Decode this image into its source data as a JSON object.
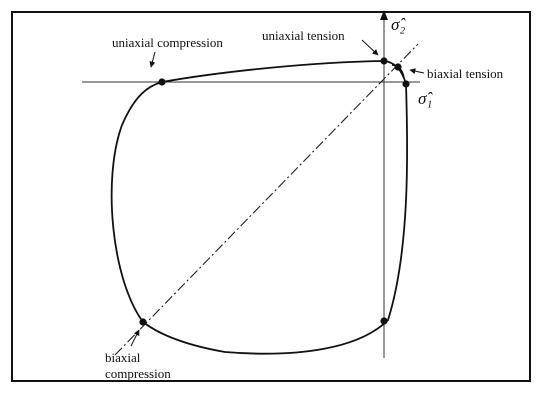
{
  "diagram": {
    "labels": {
      "uniaxial_compression": "uniaxial compression",
      "uniaxial_tension": "uniaxial tension",
      "biaxial_tension": "biaxial tension",
      "biaxial_compression_line1": "biaxial",
      "biaxial_compression_line2": "compression"
    },
    "axes": {
      "sigma1": "σ̂₁",
      "sigma2": "σ̂₂"
    }
  }
}
